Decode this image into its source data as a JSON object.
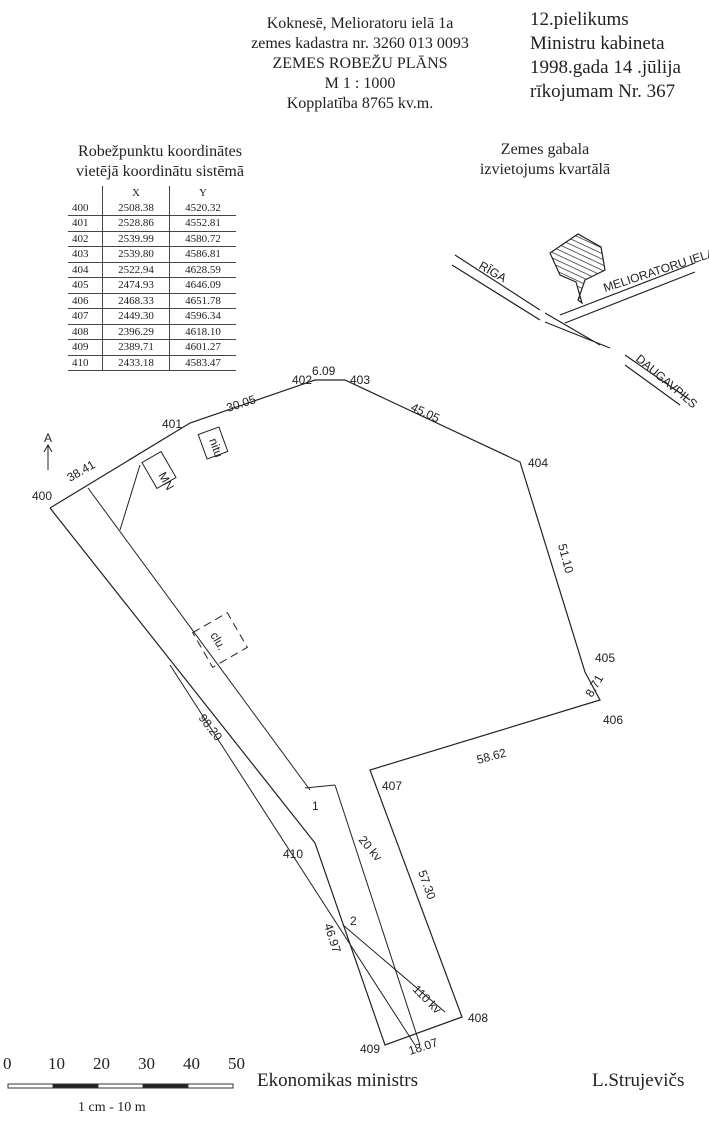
{
  "header": {
    "address": "Koknesē, Melioratoru ielā 1a",
    "cadastre": "zemes kadastra nr. 3260 013 0093",
    "title": "ZEMES ROBEŽU PLĀNS",
    "scale": "M 1 : 1000",
    "area": "Kopplatība 8765 kv.m."
  },
  "annex": {
    "line1": "12.pielikums",
    "line2": "Ministru kabineta",
    "line3": "1998.gada 14 .jūlija",
    "line4": "rīkojumam Nr. 367"
  },
  "coord_table": {
    "title1": "Robežpunktu koordinātes",
    "title2": "vietējā koordinātu sistēmā",
    "headers": [
      "",
      "X",
      "Y"
    ],
    "rows": [
      [
        "400",
        "2508.38",
        "4520.32"
      ],
      [
        "401",
        "2528.86",
        "4552.81"
      ],
      [
        "402",
        "2539.99",
        "4580.72"
      ],
      [
        "403",
        "2539.80",
        "4586.81"
      ],
      [
        "404",
        "2522.94",
        "4628.59"
      ],
      [
        "405",
        "2474.93",
        "4646.09"
      ],
      [
        "406",
        "2468.33",
        "4651.78"
      ],
      [
        "407",
        "2449.30",
        "4596.34"
      ],
      [
        "408",
        "2396.29",
        "4618.10"
      ],
      [
        "409",
        "2389.71",
        "4601.27"
      ],
      [
        "410",
        "2433.18",
        "4583.47"
      ]
    ]
  },
  "location_map": {
    "title1": "Zemes gabala",
    "title2": "izvietojums kvartālā",
    "road_riga": "RĪGA",
    "road_meliorat": "MELIORATORU IELA",
    "road_daugavpils": "DAUGAVPILS"
  },
  "plan": {
    "north": "A",
    "points": [
      "400",
      "401",
      "402",
      "403",
      "404",
      "405",
      "406",
      "407",
      "408",
      "409",
      "410"
    ],
    "distances": {
      "d400_401": "38.41",
      "d401_402": "30.05",
      "d402_403": "6.09",
      "d403_404": "45.05",
      "d404_405": "51.10",
      "d405_406": "8.71",
      "d406_407": "58.62",
      "d407_408": "57.30",
      "d408_409": "18.07",
      "d409_410": "46.97",
      "d410_400": "98.20"
    },
    "buildings": [
      "MN",
      "nitu",
      "clu."
    ],
    "markers": [
      "1",
      "2"
    ],
    "powerlines": [
      "20 kv",
      "110 kv"
    ]
  },
  "scale_bar": {
    "ticks": [
      "0",
      "10",
      "20",
      "30",
      "40",
      "50"
    ],
    "caption": "1 cm - 10 m"
  },
  "footer": {
    "position": "Ekonomikas ministrs",
    "name": "L.Strujevičs"
  }
}
